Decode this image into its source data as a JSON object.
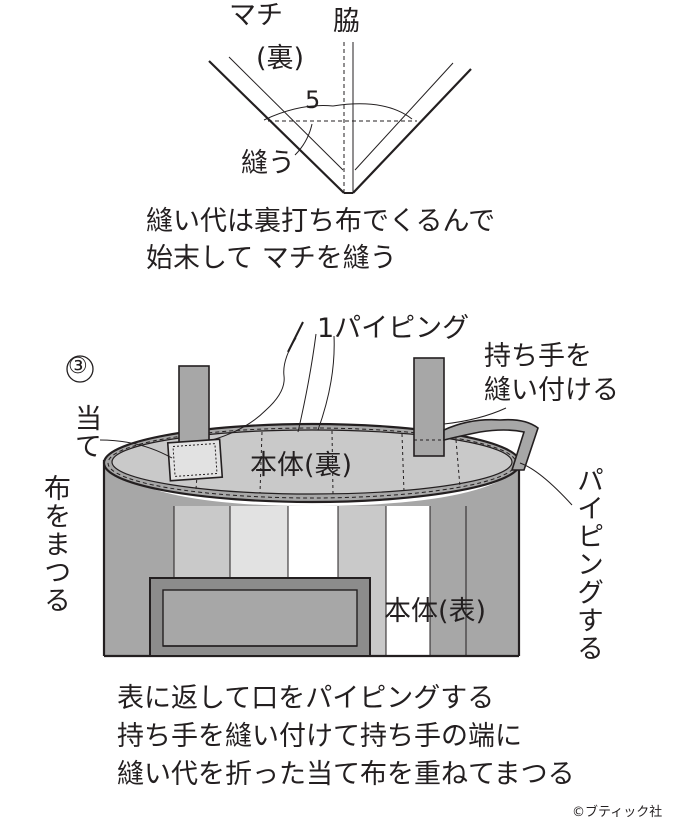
{
  "top": {
    "label_gusset": "マチ",
    "label_inside": "(裏)",
    "label_side": "脇",
    "label_five": "5",
    "label_sew": "縫う",
    "caption_1": "縫い代は裏打ち布でくるんで",
    "caption_2": "始末して マチを縫う"
  },
  "bottom": {
    "step_marker": "③",
    "label_piping_1": "1パイピング",
    "label_handle_1": "持ち手を",
    "label_handle_2": "縫い付ける",
    "label_patch_1": "当て",
    "label_patch_2": "布をまつる",
    "label_inner": "本体(裏)",
    "label_piping_vert": "パイピングする",
    "label_outer": "本体(表)",
    "caption_1": "表に返して口をパイピングする",
    "caption_2": "持ち手を縫い付けて持ち手の端に",
    "caption_3": "縫い代を折った当て布を重ねてまつる"
  },
  "credit": "©ブティック社",
  "colors": {
    "ink": "#231f20",
    "gray_dark": "#8c8c8c",
    "gray_mid": "#a7a7a7",
    "gray_light": "#c9c9c9",
    "gray_pale": "#e2e2e2",
    "white": "#ffffff"
  }
}
